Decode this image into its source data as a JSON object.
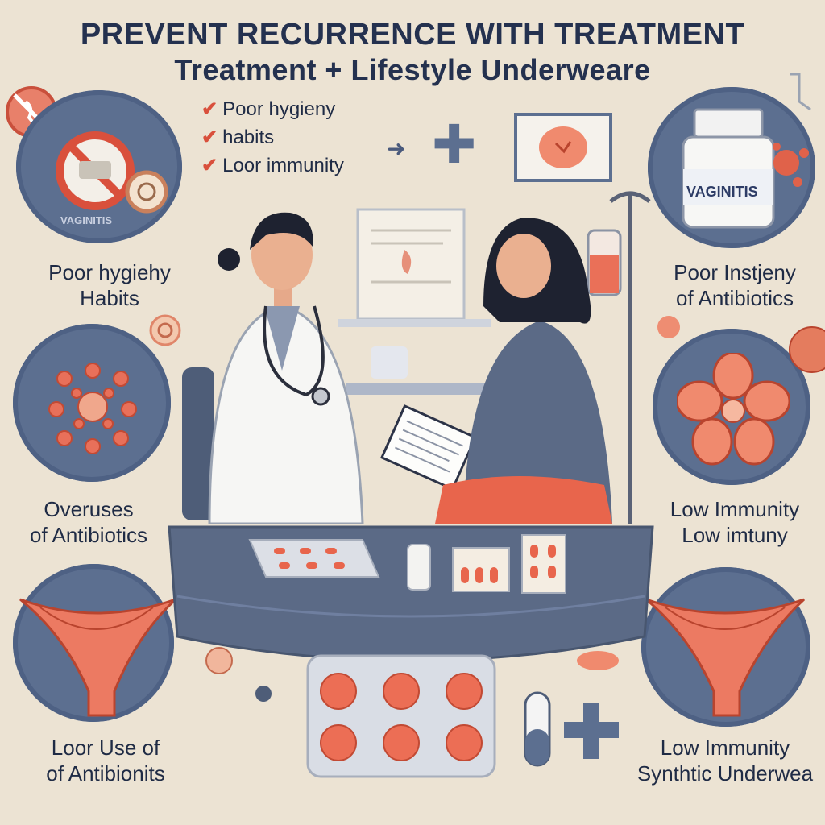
{
  "header": {
    "title": "PREVENT RECURRENCE WITH TREATMENT",
    "subtitle": "Treatment + Lifestyle Underweare"
  },
  "checklist": {
    "items": [
      "Poor hygieny",
      "habits",
      "Loor immunity"
    ]
  },
  "left_labels": {
    "top": [
      "Poor hygiehy",
      "Habits"
    ],
    "middle": [
      "Overuses",
      "of Antibiotics"
    ],
    "bottom": [
      "Loor Use of",
      "of Antibionits"
    ]
  },
  "right_labels": {
    "top": [
      "Poor Instjeny",
      "of Antibiotics"
    ],
    "middle": [
      "Low Immunity",
      "Low imtuny"
    ],
    "bottom": [
      "Low Immunity",
      "Synthtic Underwea"
    ]
  },
  "bottle_label": "VAGINITIS",
  "plate_label": "VAGINITIS",
  "icons": {
    "check": "✔",
    "arrow": "➜",
    "plus": "✚"
  },
  "colors": {
    "background": "#ece3d3",
    "circle": "#5c6f90",
    "accent": "#e8705a",
    "text": "#1f2b45"
  }
}
